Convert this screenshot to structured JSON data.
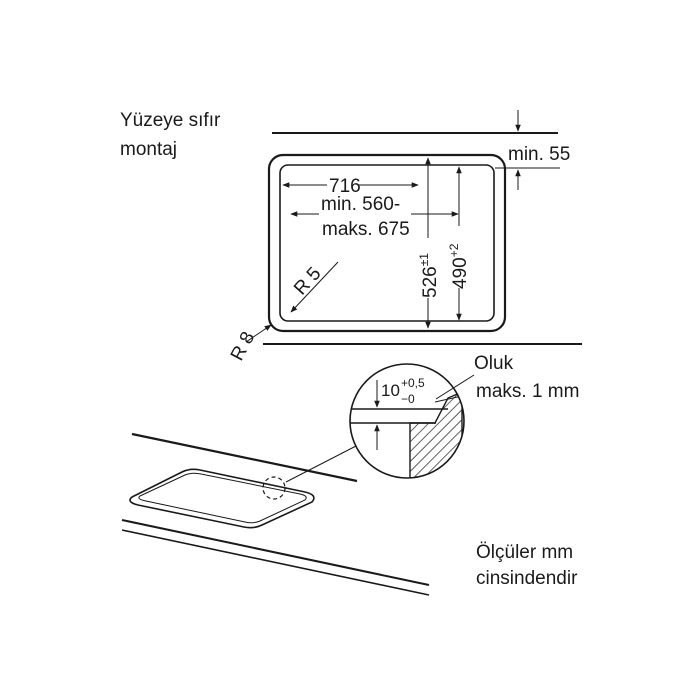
{
  "labels": {
    "mount_line1": "Yüzeye sıfır",
    "mount_line2": "montaj",
    "min_55": "min. 55",
    "width_716": "716",
    "width_min": "min. 560-",
    "width_max": "maks. 675",
    "radius_5": "R 5",
    "radius_8": "R 8",
    "height_526_base": "526",
    "height_526_tol": "±1",
    "height_490_base": "490",
    "height_490_tol": "+2",
    "groove_title": "Oluk",
    "groove_max": "maks. 1 mm",
    "depth_base": "10",
    "depth_tol_plus": "+0,5",
    "depth_tol_minus": "−0",
    "units_line1": "Ölçüler mm",
    "units_line2": "cinsindendir"
  },
  "colors": {
    "ink": "#1a1a1a",
    "background": "#ffffff"
  }
}
